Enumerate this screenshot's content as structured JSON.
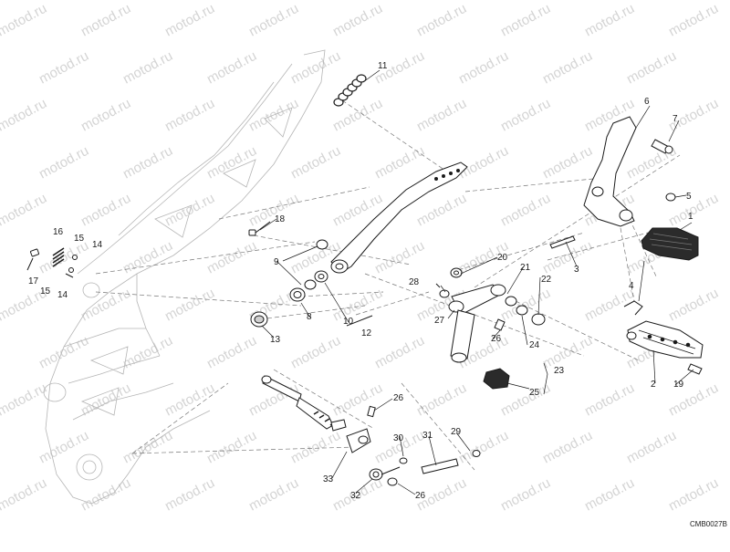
{
  "diagram": {
    "watermark": "motod.ru",
    "drawing_code": "CMB0027B",
    "part_numbers": [
      "1",
      "2",
      "3",
      "4",
      "5",
      "6",
      "7",
      "8",
      "9",
      "10",
      "11",
      "12",
      "13",
      "14",
      "14",
      "15",
      "15",
      "16",
      "17",
      "18",
      "19",
      "20",
      "21",
      "22",
      "23",
      "24",
      "25",
      "26",
      "26",
      "26",
      "27",
      "28",
      "29",
      "30",
      "31",
      "32",
      "33"
    ]
  }
}
